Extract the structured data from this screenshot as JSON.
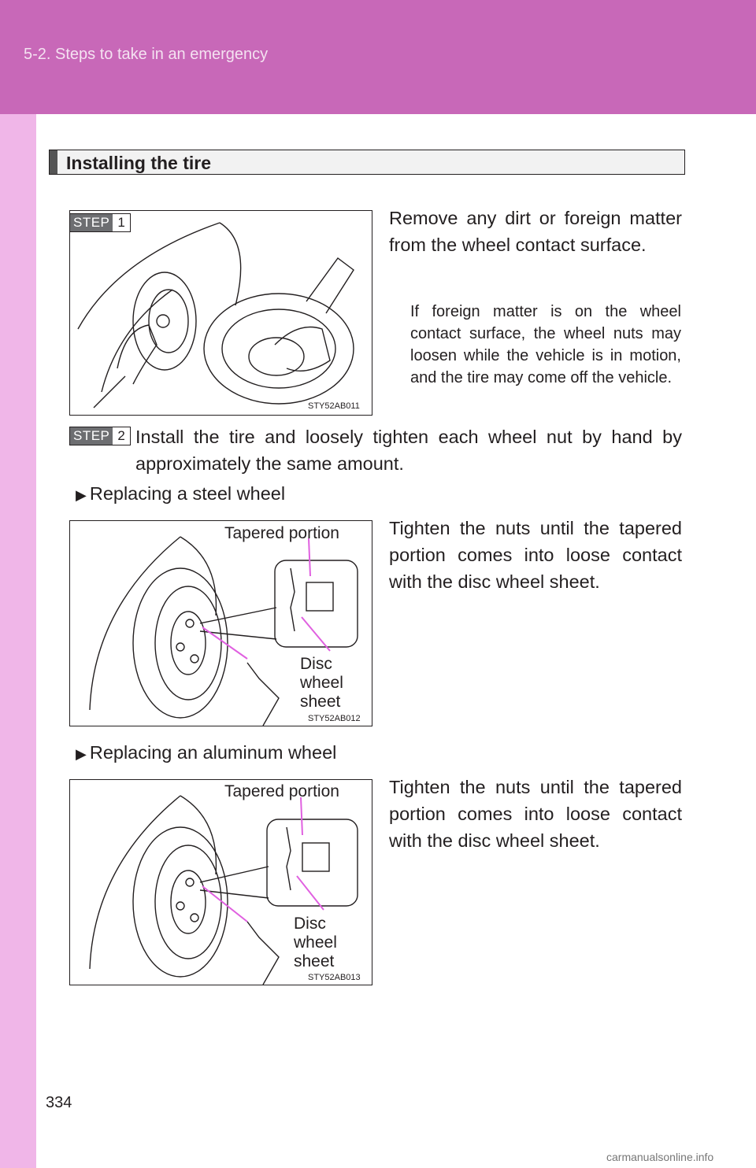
{
  "header": {
    "section": "5-2. Steps to take in an emergency"
  },
  "section_title": "Installing the tire",
  "step1": {
    "badge": "STEP",
    "number": "1",
    "instruction": "Remove any dirt or foreign matter from the wheel contact surface.",
    "note": "If foreign matter is on the wheel contact surface, the wheel nuts may loosen while the vehicle is in motion, and the tire may come off the vehicle.",
    "figure_code": "STY52AB011"
  },
  "step2": {
    "badge": "STEP",
    "number": "2",
    "instruction": "Install the tire and loosely tighten each wheel nut by hand by approximately the same amount."
  },
  "steel_wheel": {
    "heading": "Replacing a steel wheel",
    "text": "Tighten the nuts until the tapered portion comes into loose contact with the disc wheel sheet.",
    "callout_top": "Tapered portion",
    "callout_bottom": [
      "Disc",
      "wheel",
      "sheet"
    ],
    "figure_code": "STY52AB012"
  },
  "aluminum_wheel": {
    "heading": "Replacing an aluminum wheel",
    "text": "Tighten the nuts until the tapered portion comes into loose contact with the disc wheel sheet.",
    "callout_top": "Tapered portion",
    "callout_bottom": [
      "Disc",
      "wheel",
      "sheet"
    ],
    "figure_code": "STY52AB013"
  },
  "page_number": "334",
  "watermark": "carmanualsonline.info",
  "colors": {
    "header": "#c868b8",
    "sideband": "#f0b6e8",
    "callout_arrow": "#e060e0"
  }
}
